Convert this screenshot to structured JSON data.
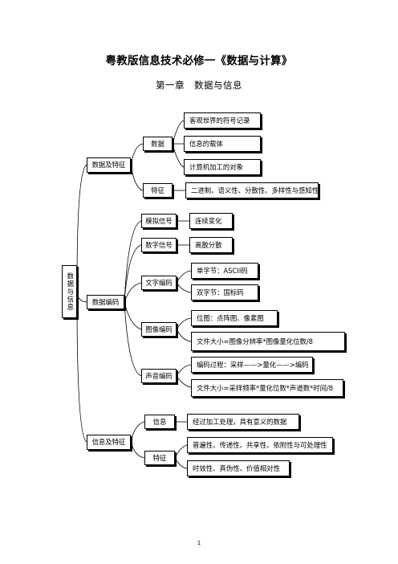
{
  "page": {
    "title": "粤教版信息技术必修一《数据与计算》",
    "chapter": "第一章　数据与信息",
    "page_number": "1"
  },
  "root": {
    "label": "数据与信息"
  },
  "section1": {
    "label": "数据及特征",
    "data": {
      "label": "数据",
      "items": [
        "客观世界的符号记录",
        "信息的载体",
        "计算机加工的对象"
      ]
    },
    "traits": {
      "label": "特征",
      "items": [
        "二进制、语义性、分散性、多样性与感知性"
      ]
    }
  },
  "section2": {
    "label": "数据编码",
    "analog": {
      "label": "模拟信号",
      "desc": "连续变化"
    },
    "digital": {
      "label": "数字信号",
      "desc": "离散分散"
    },
    "text": {
      "label": "文字编码",
      "items": [
        "单字节：ASCII码",
        "双字节：国标码"
      ]
    },
    "image": {
      "label": "图像编码",
      "items": [
        "位图：点阵图、像素图",
        "文件大小=图像分辨率*图像量化位数/8"
      ]
    },
    "sound": {
      "label": "声音编码",
      "items": [
        "编码过程：采样——>量化——>编码",
        "文件大小=采样频率*量化位数*声道数*时间/8"
      ]
    }
  },
  "section3": {
    "label": "信息及特征",
    "info": {
      "label": "信息",
      "desc": "经过加工处理，具有意义的数据"
    },
    "traits": {
      "label": "特征",
      "items": [
        "普遍性、传递性、共享性、依附性与可处理性",
        "时效性、真伪性、价值相对性"
      ]
    }
  }
}
